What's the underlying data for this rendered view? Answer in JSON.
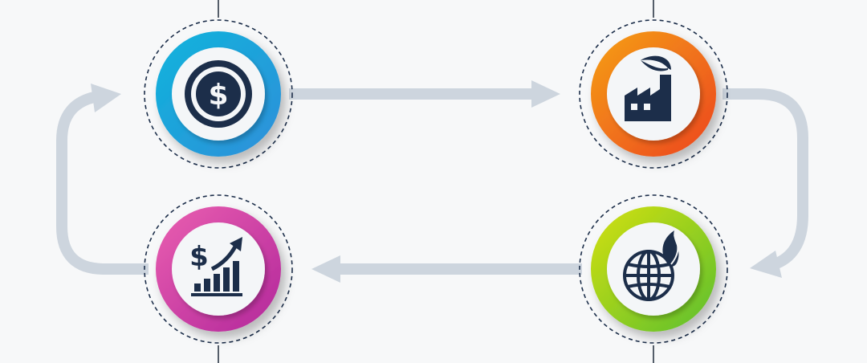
{
  "diagram": {
    "type": "cycle",
    "connector_color": "#cdd5de",
    "icon_color": "#1c2e4a",
    "nodes": [
      {
        "id": "money",
        "icon": "dollar-coin-icon",
        "colors": [
          "#0fb4dc",
          "#2f8fd9"
        ]
      },
      {
        "id": "factory",
        "icon": "eco-factory-icon",
        "colors": [
          "#f5a016",
          "#ec4420"
        ]
      },
      {
        "id": "globe",
        "icon": "globe-leaf-icon",
        "colors": [
          "#d4e010",
          "#5bbf2f"
        ]
      },
      {
        "id": "growth",
        "icon": "dollar-growth-chart-icon",
        "colors": [
          "#ea5fb0",
          "#b2279b"
        ]
      }
    ],
    "flow": [
      "money",
      "factory",
      "globe",
      "growth",
      "money"
    ]
  }
}
